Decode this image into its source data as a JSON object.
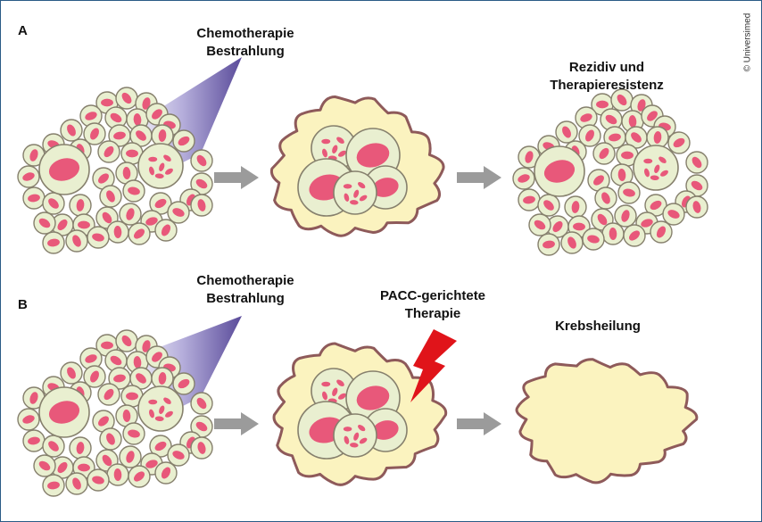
{
  "panels": {
    "a": "A",
    "b": "B"
  },
  "row_a": {
    "treatment_line1": "Chemotherapie",
    "treatment_line2": "Bestrahlung",
    "outcome_line1": "Rezidiv und",
    "outcome_line2": "Therapieresistenz"
  },
  "row_b": {
    "treatment_line1": "Chemotherapie",
    "treatment_line2": "Bestrahlung",
    "targeted_line1": "PACC-gerichtete",
    "targeted_line2": "Therapie",
    "outcome": "Krebsheilung"
  },
  "copyright": "© Universimed",
  "colors": {
    "cell_fill": "#e9efd0",
    "cell_stroke": "#86806d",
    "nucleus": "#e8587a",
    "blob_fill": "#fbf3bf",
    "blob_stroke": "#8e5a5a",
    "arrow": "#9b9b9b",
    "beam_dark": "#5a4b9a",
    "bolt": "#e0141a",
    "frame": "#2b5b86"
  },
  "icons": [
    "tumor-cluster",
    "radiation-beam",
    "treatment-arrow",
    "lightning-bolt",
    "pacc-cell"
  ]
}
